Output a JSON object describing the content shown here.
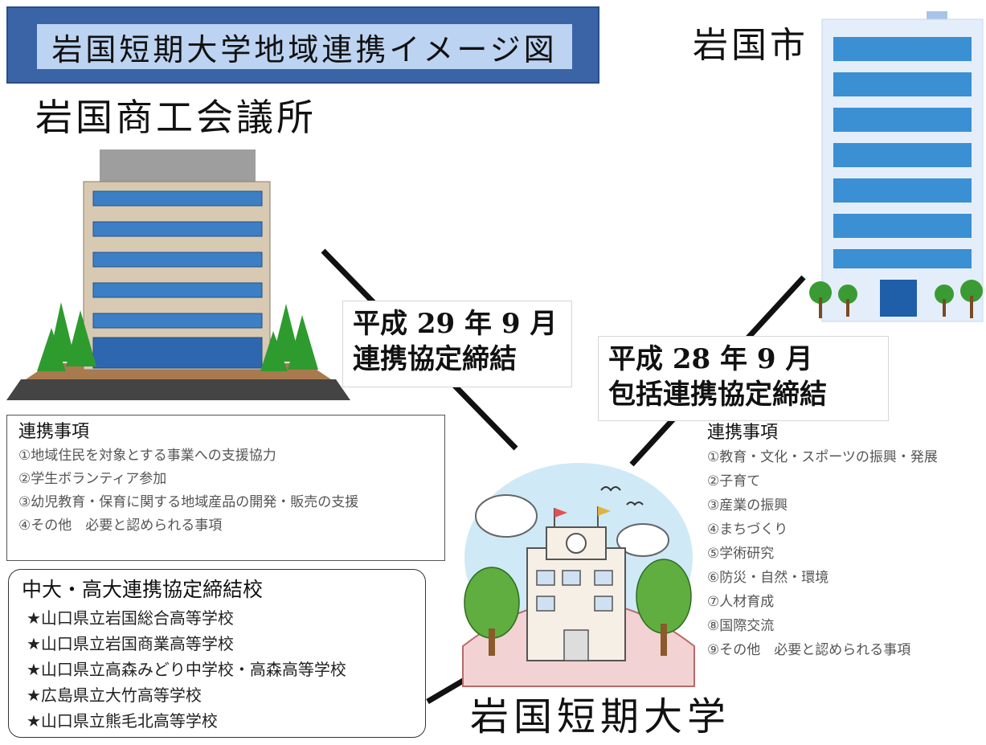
{
  "title": "岩国短期大学地域連携イメージ図",
  "chamber": {
    "name": "岩国商工会議所",
    "agreement": {
      "date": "平成 29 年 9 月",
      "text": "連携協定締結"
    },
    "items_heading": "連携事項",
    "items": [
      "①地域住民を対象とする事業への支援協力",
      "②学生ボランティア参加",
      "③幼児教育・保育に関する地域産品の開発・販売の支援",
      "④その他　必要と認められる事項"
    ]
  },
  "city": {
    "name": "岩国市",
    "agreement": {
      "date": "平成 28 年 9 月",
      "text": "包括連携協定締結"
    }
  },
  "college": {
    "name": "岩国短期大学",
    "items_heading": "連携事項",
    "items": [
      "①教育・文化・スポーツの振興・発展",
      "②子育て",
      "③産業の振興",
      "④まちづくり",
      "⑤学術研究",
      "⑥防災・自然・環境",
      "⑦人材育成",
      "⑧国際交流",
      "⑨その他　必要と認められる事項"
    ]
  },
  "schools": {
    "heading": "中大・高大連携協定締結校",
    "list": [
      "★山口県立岩国総合高等学校",
      "★山口県立岩国商業高等学校",
      "★山口県立高森みどり中学校・高森高等学校",
      "★広島県立大竹高等学校",
      "★山口県立熊毛北高等学校"
    ]
  },
  "colors": {
    "banner": "#3b64a6",
    "banner_inner": "#bcd3f1",
    "line": "#111111"
  }
}
